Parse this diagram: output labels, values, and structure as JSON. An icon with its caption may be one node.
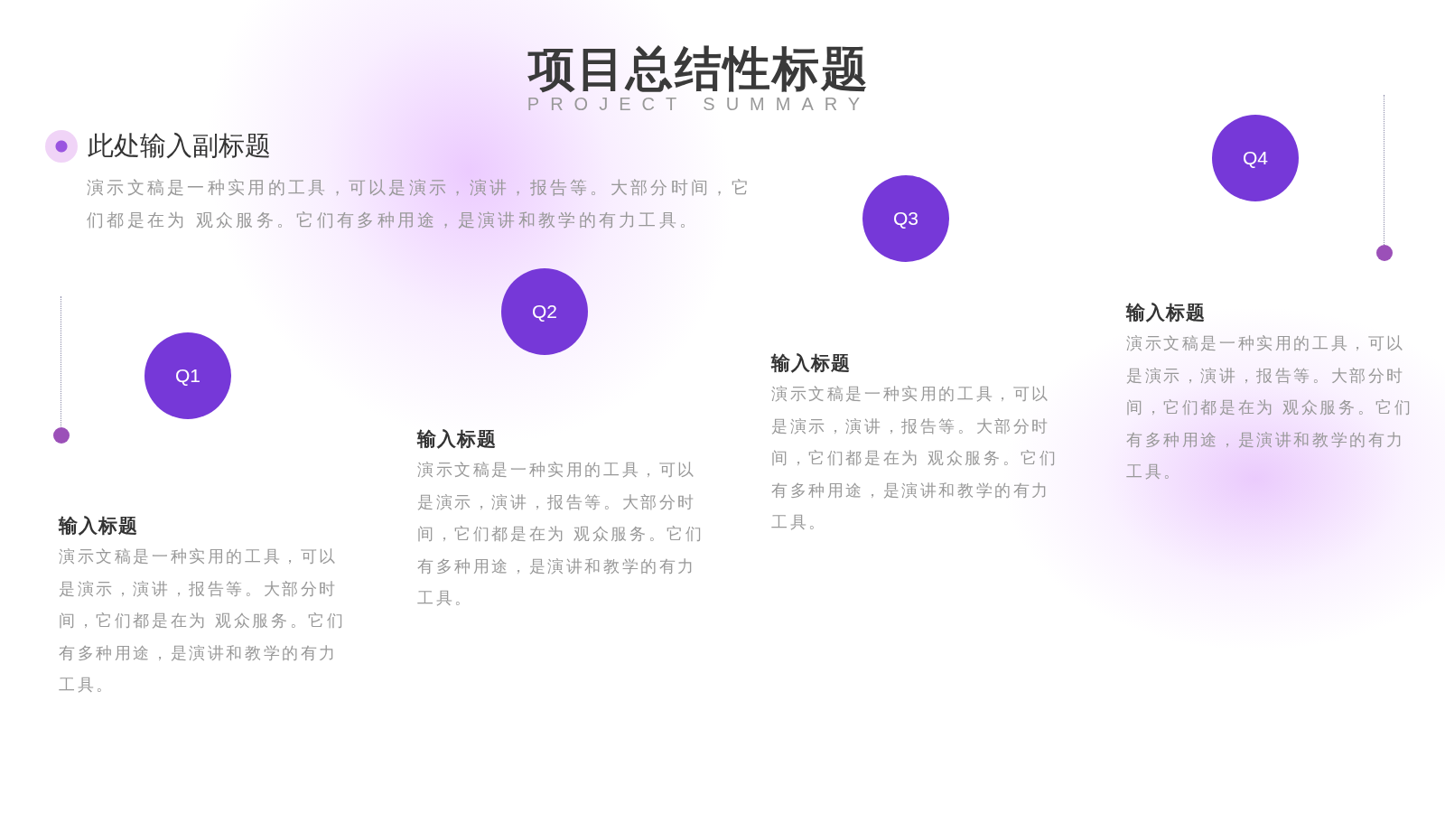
{
  "diagram": {
    "title": "项目总结性标题",
    "nodes": [
      {
        "text": [
          "Q1"
        ]
      },
      {
        "text": [
          "Q2"
        ]
      },
      {
        "text": [
          "Q3"
        ]
      },
      {
        "text": [
          "Q4"
        ]
      }
    ],
    "labels": [
      "PROJECT SUMMARY",
      "此处输入副标题",
      "演示文稿是一种实用的工具，可以是演示，演讲，报告等。大部分时间，它们都是在为 观众服务。它们有多种用途，是演讲和教学的有力工具。",
      "输入标题",
      "演示文稿是一种实用的工具，可以是演示，演讲，报告等。大部分时间，它们都是在为 观众服务。它们有多种用途，是演讲和教学的有力工具。",
      "输入标题",
      "演示文稿是一种实用的工具，可以是演示，演讲，报告等。大部分时间，它们都是在为 观众服务。它们有多种用途，是演讲和教学的有力工具。",
      "输入标题",
      "演示文稿是一种实用的工具，可以是演示，演讲，报告等。大部分时间，它们都是在为 观众服务。它们有多种用途，是演讲和教学的有力工具。",
      "输入标题",
      "演示文稿是一种实用的工具，可以是演示，演讲，报告等。大部分时间，它们都是在为 观众服务。它们有多种用途，是演讲和教学的有力工具。"
    ]
  }
}
